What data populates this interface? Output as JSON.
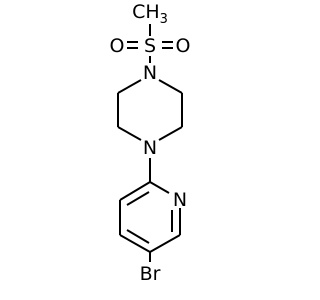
{
  "molecule": {
    "atoms": {
      "methyl": "CH",
      "methyl_subscript": "3",
      "sulfur": "S",
      "oxygen_left": "O",
      "oxygen_right": "O",
      "nitrogen_sulfonyl": "N",
      "nitrogen_pyridyl": "N",
      "nitrogen_ring": "N",
      "bromine": "Br"
    }
  }
}
